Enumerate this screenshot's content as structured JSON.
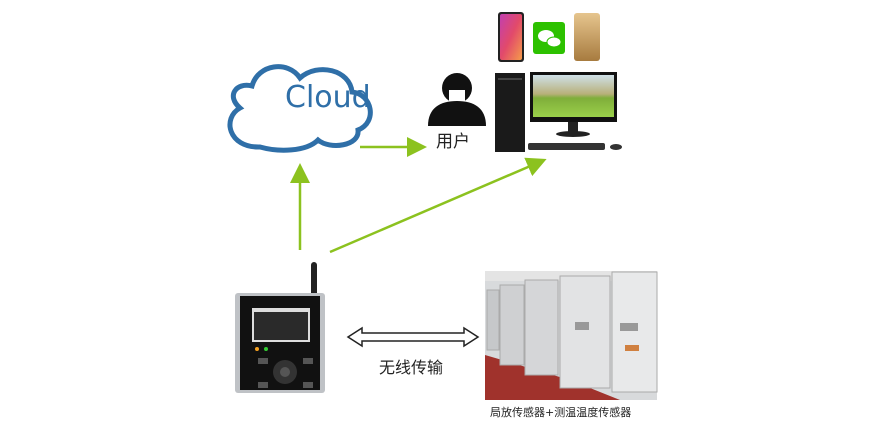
{
  "cloud": {
    "label": "Cloud",
    "color": "#2f6fa8"
  },
  "user": {
    "label": "用户"
  },
  "link": {
    "label": "无线传输"
  },
  "sensors": {
    "caption": "局放传感器+测温温度传感器"
  },
  "colors": {
    "arrow": "#8cc21f",
    "wechat": "#2dc100"
  }
}
